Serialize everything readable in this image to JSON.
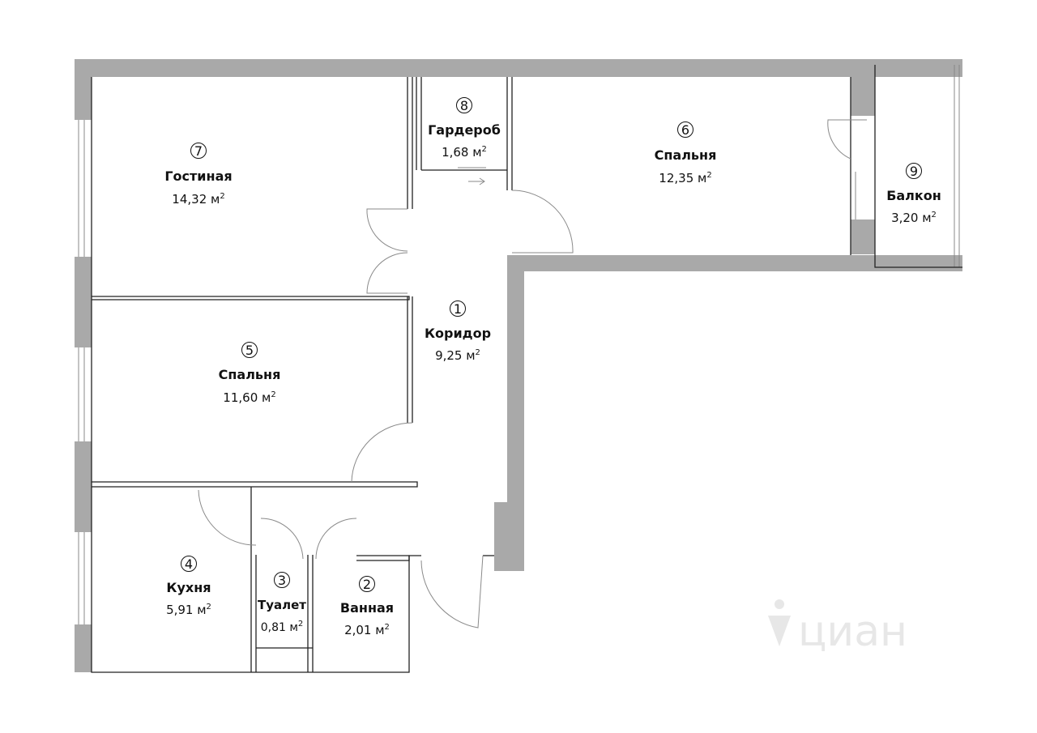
{
  "rooms": [
    {
      "num": "1",
      "name": "Коридор",
      "area": "9,25 м",
      "sup": "2"
    },
    {
      "num": "2",
      "name": "Ванная",
      "area": "2,01 м",
      "sup": "2"
    },
    {
      "num": "3",
      "name": "Туалет",
      "area": "0,81 м",
      "sup": "2"
    },
    {
      "num": "4",
      "name": "Кухня",
      "area": "5,91 м",
      "sup": "2"
    },
    {
      "num": "5",
      "name": "Спальня",
      "area": "11,60 м",
      "sup": "2"
    },
    {
      "num": "6",
      "name": "Спальня",
      "area": "12,35 м",
      "sup": "2"
    },
    {
      "num": "7",
      "name": "Гостиная",
      "area": "14,32 м",
      "sup": "2"
    },
    {
      "num": "8",
      "name": "Гардероб",
      "area": "1,68 м",
      "sup": "2"
    },
    {
      "num": "9",
      "name": "Балкон",
      "area": "3,20 м",
      "sup": "2"
    }
  ],
  "watermark": {
    "text": "циан",
    "icon": "cian-logo-icon"
  },
  "colors": {
    "wall_fill": "#a9a9a9",
    "wall_line": "#222222",
    "door_line": "#8a8a8a",
    "background": "#ffffff"
  }
}
